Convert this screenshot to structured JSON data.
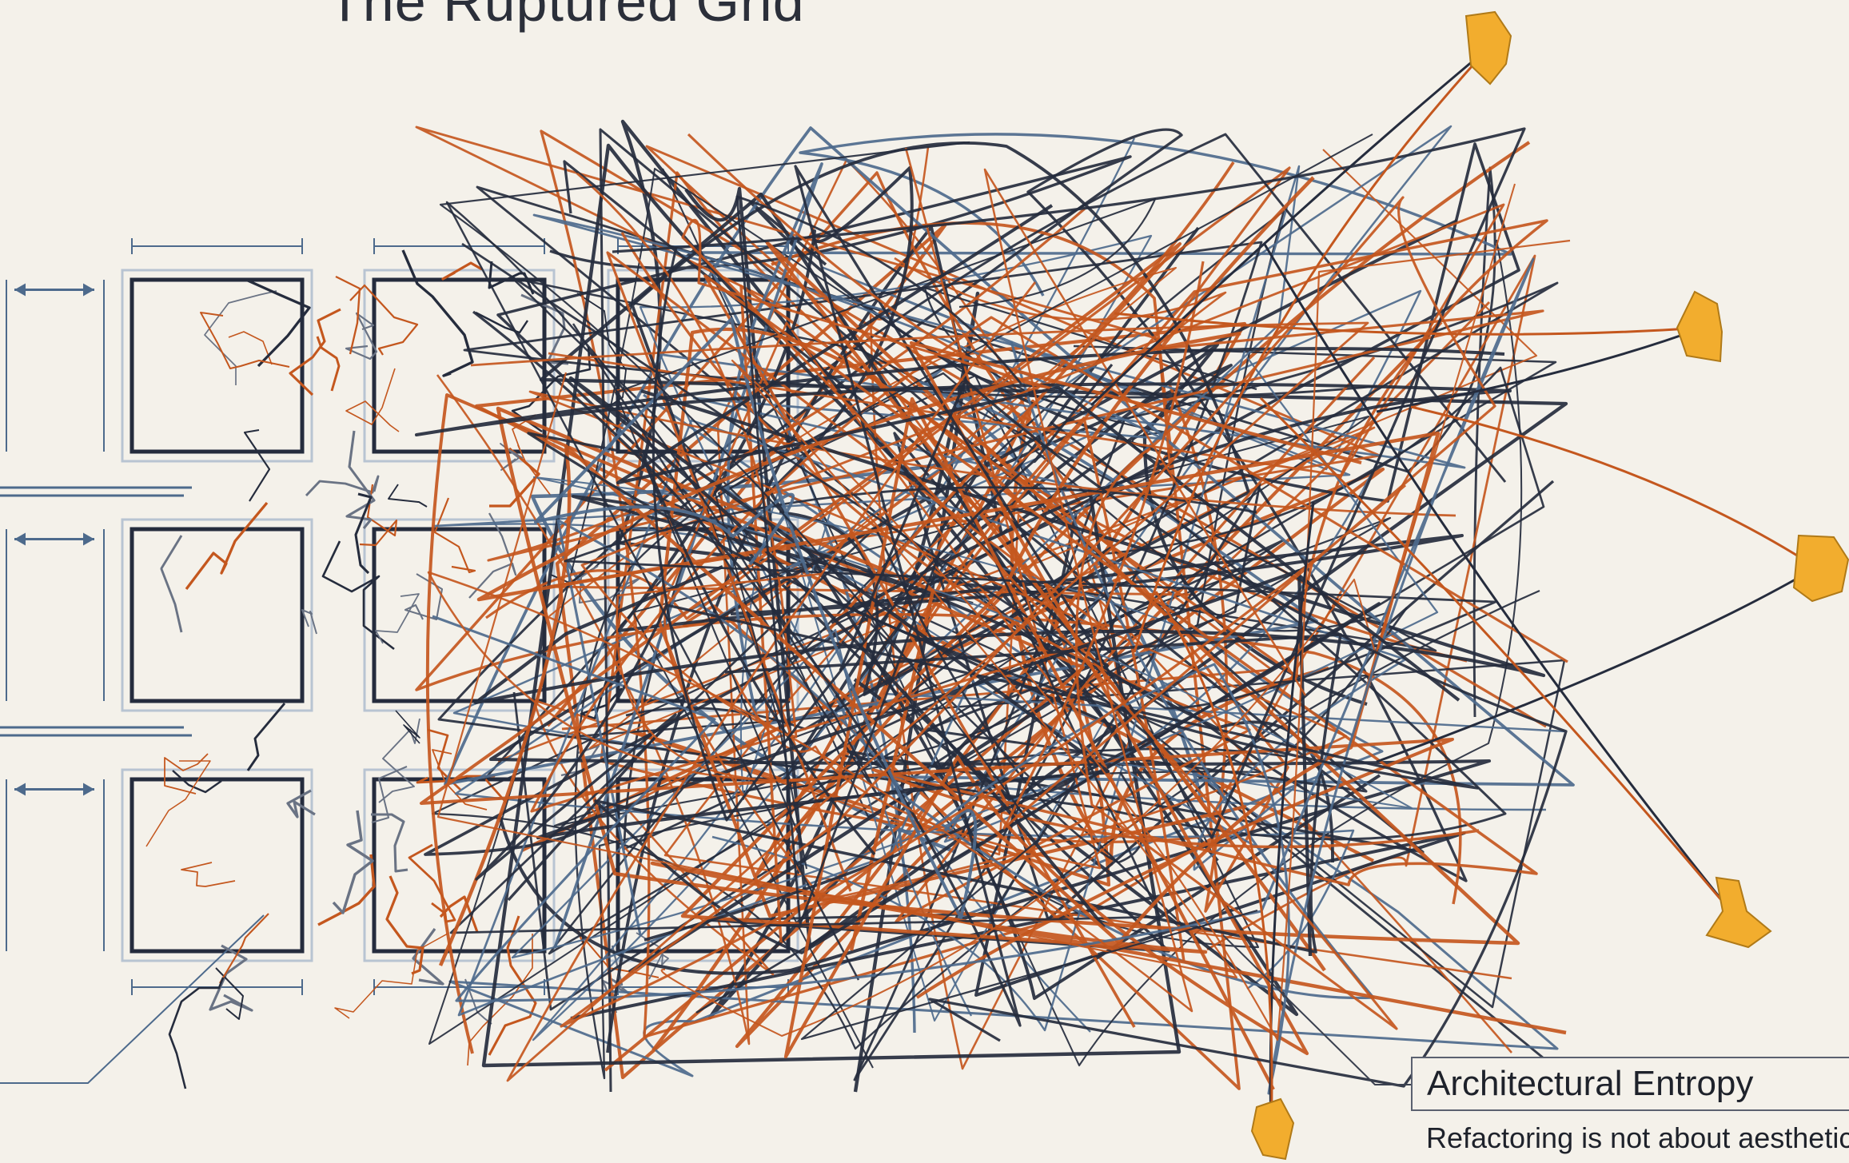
{
  "title": "The Ruptured Grid",
  "label": "Architectural Entropy",
  "caption": "Refactoring is not about aesthetic",
  "colors": {
    "background": "#f4f1ea",
    "navy": "#252c3d",
    "rust": "#c4571e",
    "blueprint": "#4d6a8c",
    "node_fill": "#f2ad2e"
  }
}
